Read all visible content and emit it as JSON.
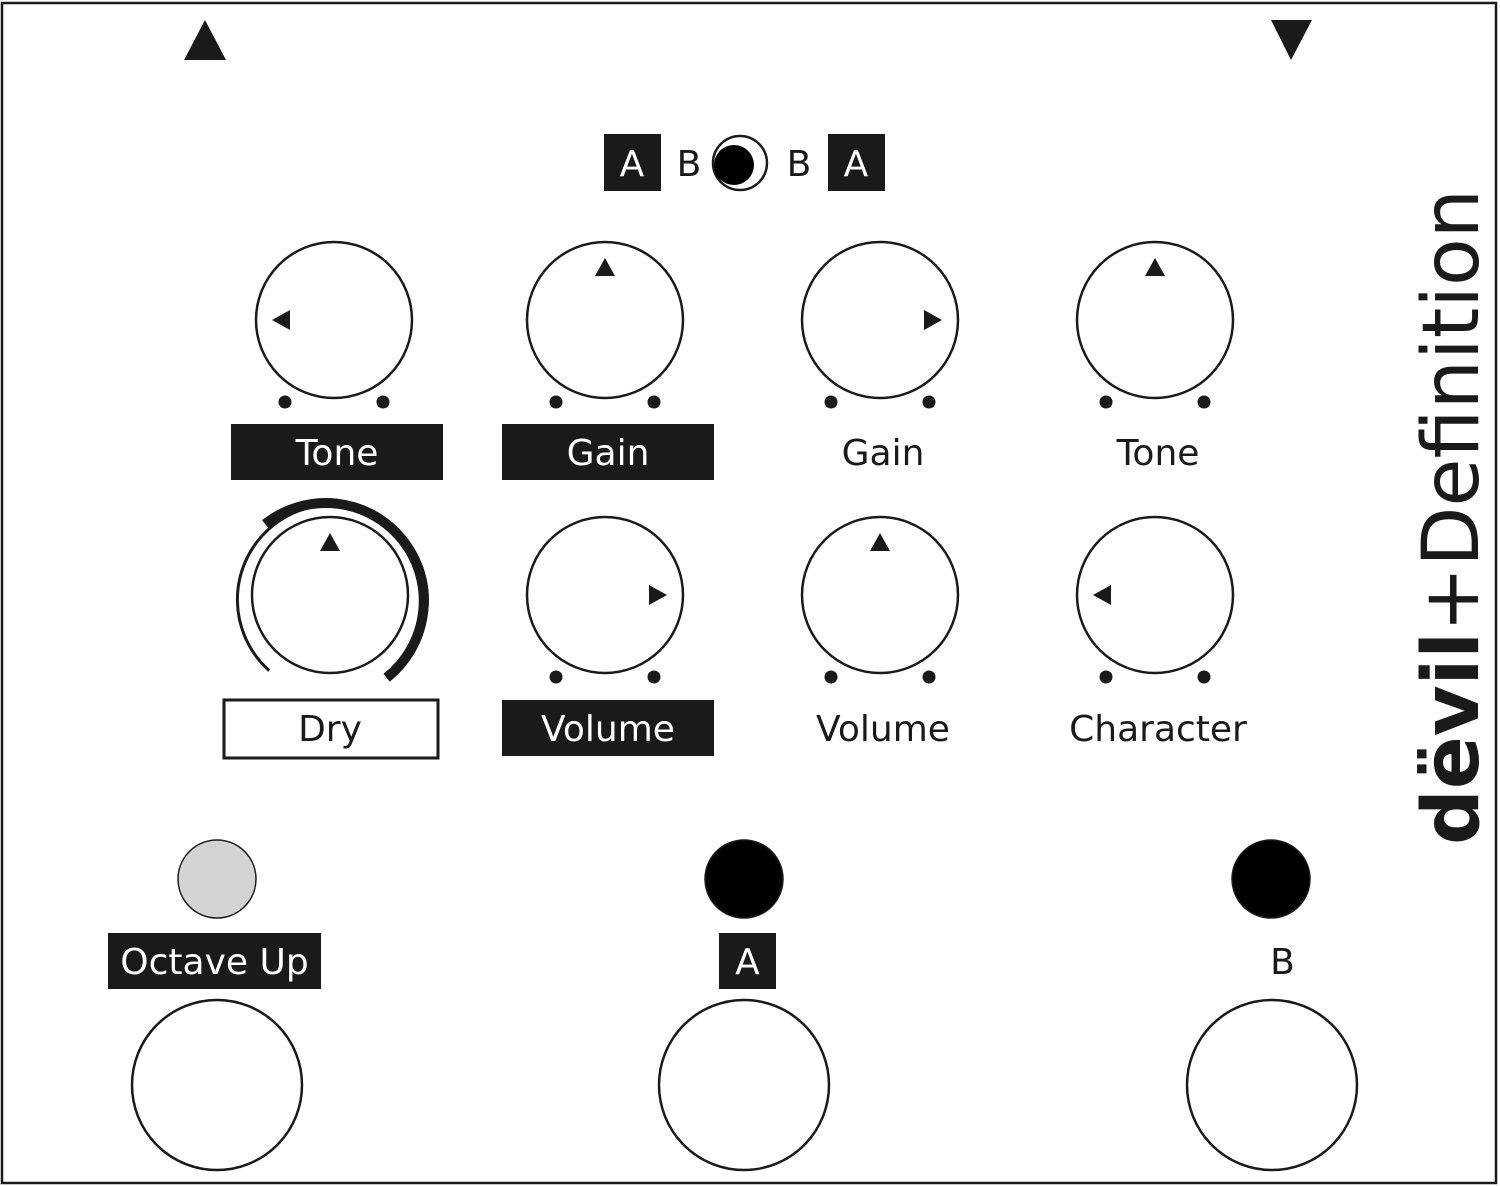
{
  "routing": {
    "left_badge": "A",
    "left_letter": "B",
    "right_letter": "B",
    "right_badge": "A"
  },
  "knobs": [
    {
      "label": "Tone",
      "label_style": "filled",
      "pointer_deg": 270
    },
    {
      "label": "Gain",
      "label_style": "filled",
      "pointer_deg": 0
    },
    {
      "label": "Gain",
      "label_style": "plain",
      "pointer_deg": 90
    },
    {
      "label": "Tone",
      "label_style": "plain",
      "pointer_deg": 0
    },
    {
      "label": "Dry",
      "label_style": "outlined",
      "pointer_deg": 0
    },
    {
      "label": "Volume",
      "label_style": "filled",
      "pointer_deg": 90
    },
    {
      "label": "Volume",
      "label_style": "plain",
      "pointer_deg": 0
    },
    {
      "label": "Character",
      "label_style": "plain",
      "pointer_deg": 270
    }
  ],
  "footswitches": [
    {
      "label": "Octave Up",
      "label_style": "filled",
      "led_color": "#d3d3d3"
    },
    {
      "label": "A",
      "label_style": "filled",
      "led_color": "#000000"
    },
    {
      "label": "B",
      "label_style": "plain",
      "led_color": "#000000"
    }
  ],
  "brand": {
    "logo_text": "dëvil",
    "separator": "+",
    "model": "Definition"
  },
  "colors": {
    "ink": "#1a1a1a",
    "panel": "#ffffff",
    "led_off": "#d3d3d3",
    "led_on": "#000000"
  }
}
